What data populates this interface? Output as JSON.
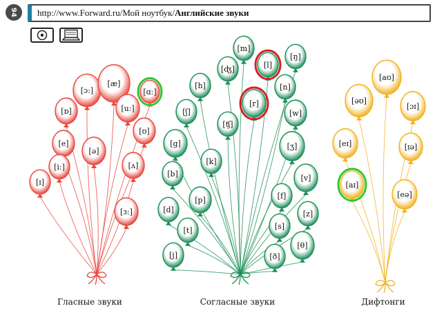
{
  "page_number": "94",
  "address_bar": {
    "url_prefix": "http://www.Forward.ru/Мой  ноутбук/",
    "section": "Английские  звуки"
  },
  "toolbar": {
    "disc_icon": "cd-disc-icon",
    "laptop_icon": "laptop-icon"
  },
  "colors": {
    "vowels": "#e8483f",
    "consonants": "#1e8f5a",
    "diphthongs": "#f2b21f",
    "highlight_red": "#d42020",
    "highlight_green": "#2ec72e"
  },
  "groups": [
    {
      "id": "vowels",
      "caption": "Гласные  звуки",
      "balloons": [
        "[ɔ:]",
        "[æ]",
        "[ɑ:]",
        "[ɒ]",
        "[u:]",
        "[e]",
        "[ʊ]",
        "[ə]",
        "[i:]",
        "[ʌ]",
        "[ɪ]",
        "[ɜ:]"
      ]
    },
    {
      "id": "consonants",
      "caption": "Согласные  звуки",
      "balloons": [
        "[m]",
        "[l]",
        "[ŋ]",
        "[ʤ]",
        "[h]",
        "[n]",
        "[r]",
        "[ʃ]",
        "[ʧ]",
        "[w]",
        "[g]",
        "[k]",
        "[ʒ]",
        "[b]",
        "[v]",
        "[p]",
        "[f]",
        "[d]",
        "[z]",
        "[t]",
        "[s]",
        "[θ]",
        "[j]",
        "[ð]"
      ]
    },
    {
      "id": "diphthongs",
      "caption": "Дифтонги",
      "balloons": [
        "[aʊ]",
        "[əʊ]",
        "[ɔɪ]",
        "[eɪ]",
        "[ɪə]",
        "[aɪ]",
        "[eə]"
      ]
    }
  ]
}
